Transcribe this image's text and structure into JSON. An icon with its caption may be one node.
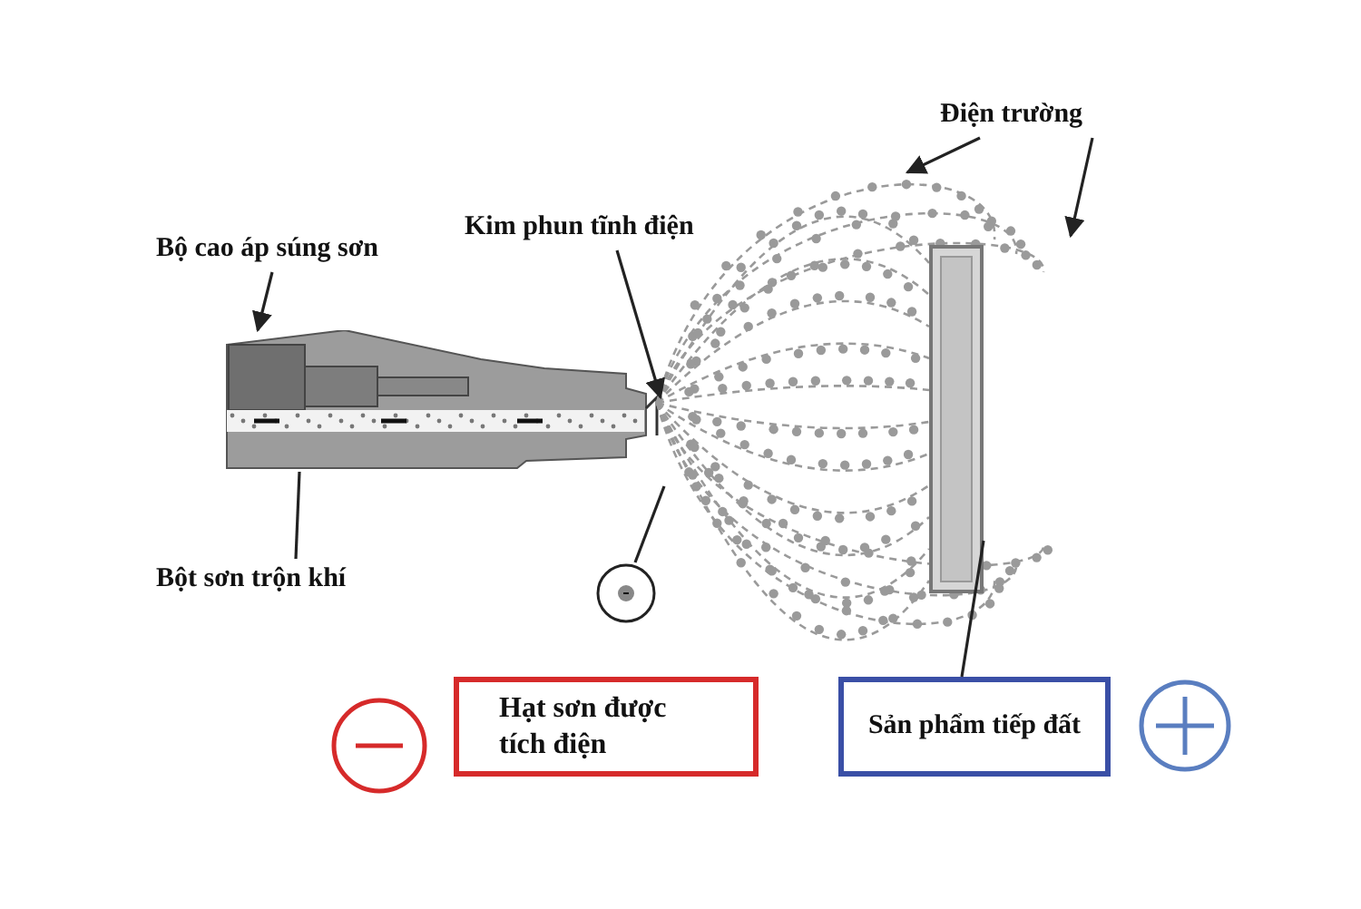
{
  "diagram": {
    "nodes": [
      {
        "text": [
          "Bộ cao áp súng sơn"
        ]
      },
      {
        "text": [
          "Kim phun tĩnh điện"
        ]
      },
      {
        "text": [
          "Điện trường"
        ]
      },
      {
        "text": [
          "Bột sơn trộn khí"
        ]
      },
      {
        "text": [],
        "shape": "picture"
      },
      {
        "text": [],
        "shape": "picture"
      },
      {
        "text": [],
        "shape": "circle"
      },
      {
        "text": [],
        "shape": "bar",
        "in": 5
      },
      {
        "text": [],
        "shape": "circle"
      },
      {
        "text": [
          "Hạt sơn được tích điện"
        ]
      },
      {
        "text": [
          "Sản phẩm tiếp đất"
        ]
      },
      {
        "text": [],
        "shape": "circle"
      }
    ],
    "edges": [
      {
        "from": 0,
        "to": 4,
        "arrow": "to"
      },
      {
        "from": 1,
        "to": 4,
        "arrow": "to"
      },
      {
        "from": 3,
        "to": 4,
        "arrow": "none"
      },
      {
        "from": 2,
        "to": 5,
        "arrow": "to"
      },
      {
        "from": 2,
        "to": 5,
        "arrow": "to"
      },
      {
        "from": 6,
        "to": 5,
        "arrow": "none"
      },
      {
        "from": 10,
        "to": 7,
        "arrow": "none"
      }
    ]
  }
}
